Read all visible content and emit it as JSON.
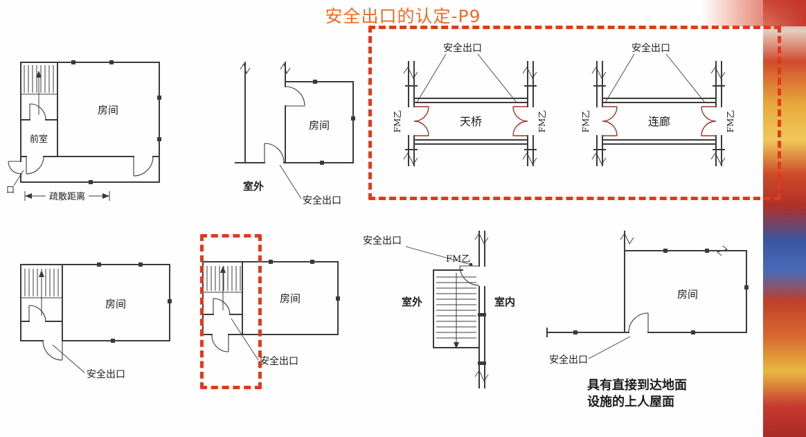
{
  "title": "安全出口的认定-P9",
  "colors": {
    "title": "#ED6B24",
    "highlight_box": "#E03A1C",
    "line": "#333333"
  },
  "diagrams": {
    "stairFrontRoom": {
      "room": "房间",
      "frontRoom": "前室",
      "doorMark": "口",
      "evacDistance": "疏散距离"
    },
    "corridorExit": {
      "room": "房间",
      "outdoor": "室外",
      "exit": "安全出口"
    },
    "bridge": {
      "exit": "安全出口",
      "name": "天桥",
      "fmLeft": "FM乙",
      "fmRight": "FM乙"
    },
    "linkCorridor": {
      "exit": "安全出口",
      "name": "连廊",
      "fmLeft": "FM乙",
      "fmRight": "FM乙"
    },
    "stairRoomA": {
      "room": "房间",
      "exit": "安全出口"
    },
    "stairRoomB": {
      "room": "房间",
      "exit": "安全出口"
    },
    "outdoorStair": {
      "exit": "安全出口",
      "fm": "FM乙",
      "outdoor": "室外",
      "indoor": "室内"
    },
    "roofAccess": {
      "room": "房间",
      "exit": "安全出口",
      "captionLine1": "具有直接到达地面",
      "captionLine2": "设施的上人屋面"
    }
  }
}
